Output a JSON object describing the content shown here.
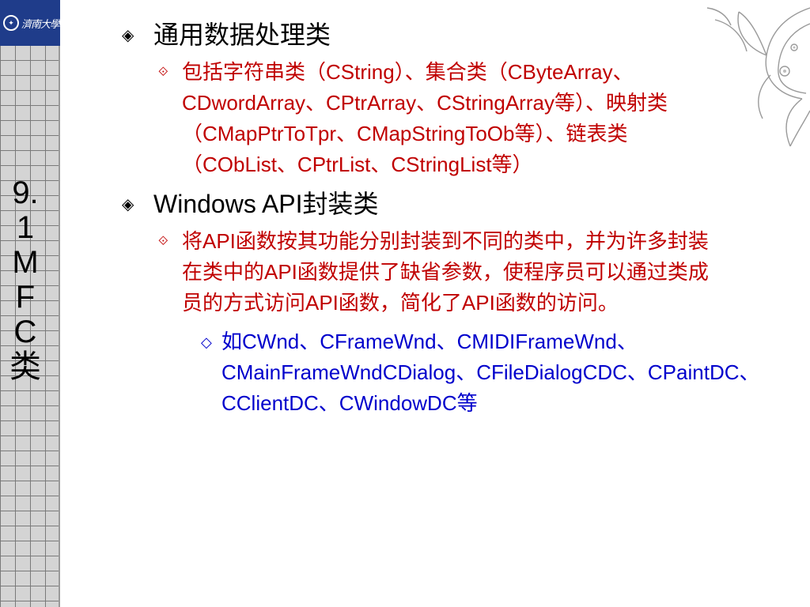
{
  "sidebar": {
    "logo_text": "濟南大學",
    "title_chars": [
      "9.",
      "1",
      "M",
      "F",
      "C",
      "类"
    ]
  },
  "bullets": {
    "level1": "◈",
    "level2": "⟐",
    "level3": "◇"
  },
  "content": {
    "section1": {
      "heading": "通用数据处理类",
      "detail": "包括字符串类（CString）、集合类（CByteArray、CDwordArray、CPtrArray、CStringArray等）、映射类（CMapPtrToTpr、CMapStringToOb等）、链表类（CObList、CPtrList、CStringList等）"
    },
    "section2": {
      "heading": "Windows API封装类",
      "detail": "将API函数按其功能分别封装到不同的类中，并为许多封装在类中的API函数提供了缺省参数，使程序员可以通过类成员的方式访问API函数，简化了API函数的访问。",
      "example": "如CWnd、CFrameWnd、CMIDIFrameWnd、CMainFrameWndCDialog、CFileDialogCDC、CPaintDC、CClientDC、CWindowDC等"
    }
  },
  "colors": {
    "level1_text": "#000000",
    "level2_text": "#c00000",
    "level3_text": "#0000cc",
    "logo_bg": "#1f3c8a",
    "strip_bg": "#d4d4d4"
  }
}
